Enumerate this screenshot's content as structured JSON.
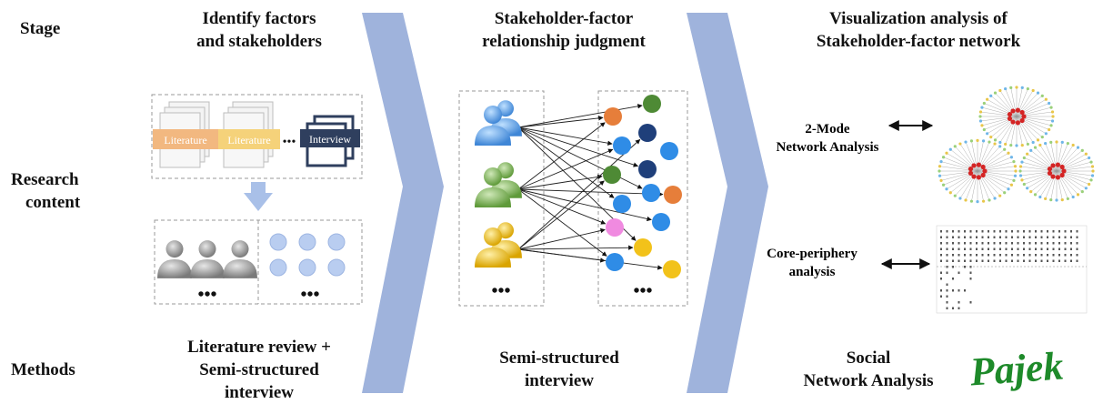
{
  "row_labels": {
    "stage": "Stage",
    "research_content": [
      "Research",
      "content"
    ],
    "methods": "Methods"
  },
  "stage_titles": {
    "stage1": [
      "Identify factors",
      "and stakeholders"
    ],
    "stage2": [
      "Stakeholder-factor",
      "relationship judgment"
    ],
    "stage3": [
      "Visualization analysis of",
      "Stakeholder-factor network"
    ]
  },
  "methods": {
    "stage1": [
      "Literature review +",
      "Semi-structured",
      "interview"
    ],
    "stage2": [
      "Semi-structured",
      "interview"
    ],
    "stage3": [
      "Social",
      "Network Analysis"
    ]
  },
  "content": {
    "doc_labels": [
      "Literature",
      "Literature",
      "Interview"
    ],
    "ellipsis": "•••",
    "two_mode_label": [
      "2-Mode",
      "Network Analysis"
    ],
    "core_periphery_label": [
      "Core-periphery",
      "analysis"
    ],
    "pajek_logo": "Pajek"
  },
  "colors": {
    "chevron": "#9fb3dc",
    "literature_tag": "#f2b880",
    "literature_tag2": "#f5d27a",
    "interview_tag": "#2f3f5e",
    "node_orange": "#e67e3a",
    "node_blue": "#2f8ce6",
    "node_navy": "#1f3f7a",
    "node_green": "#4e8a35",
    "node_pink": "#f08ae0",
    "node_yellow": "#f2c21a",
    "pajek_green": "#1e8a2a"
  }
}
